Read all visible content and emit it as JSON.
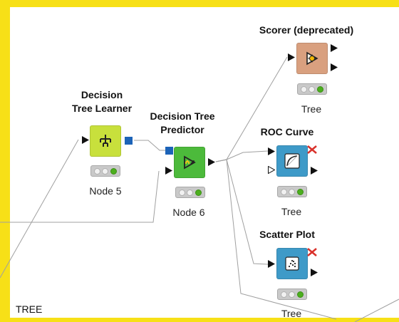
{
  "workflow": {
    "annotation": "TREE",
    "colors": {
      "frame": "#f7e017",
      "learner": "#c8e03c",
      "predictor": "#4cba3b",
      "scorer": "#d9a07f",
      "viewer": "#3e9ac8",
      "model_port": "#1c63b8",
      "status_green": "#4caf1e",
      "error_x": "#d9312b"
    },
    "nodes": [
      {
        "id": "learner",
        "title_line1": "Decision",
        "title_line2": "Tree Learner",
        "label": "Node 5",
        "icon": "tree-learner-icon"
      },
      {
        "id": "predictor",
        "title_line1": "Decision Tree",
        "title_line2": "Predictor",
        "label": "Node 6",
        "icon": "predictor-icon"
      },
      {
        "id": "scorer",
        "title_line1": "Scorer (deprecated)",
        "label": "Tree",
        "icon": "scorer-icon"
      },
      {
        "id": "roc",
        "title_line1": "ROC Curve",
        "label": "Tree",
        "icon": "roc-curve-icon"
      },
      {
        "id": "scatter",
        "title_line1": "Scatter Plot",
        "label": "Tree",
        "icon": "scatter-plot-icon"
      }
    ]
  }
}
